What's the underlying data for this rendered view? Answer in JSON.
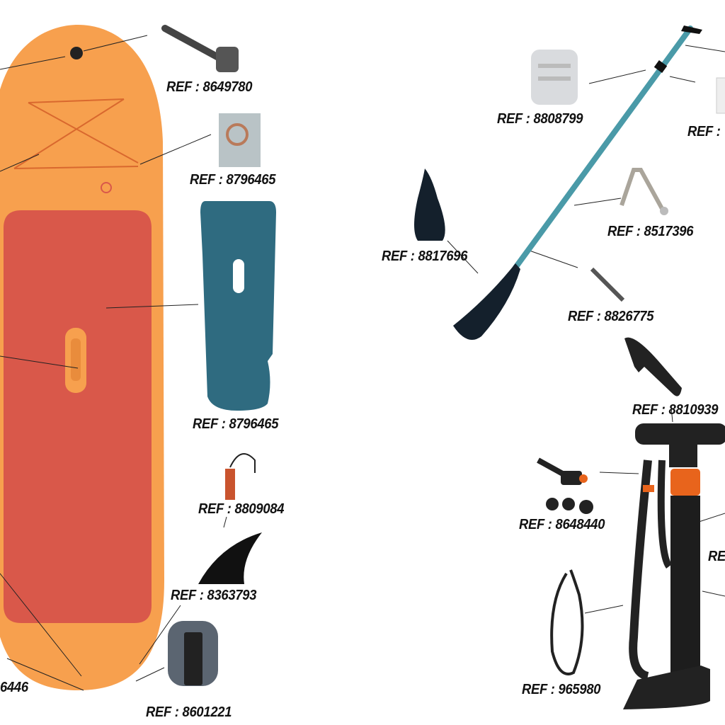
{
  "labels": {
    "board_valve_key": "REF : 8649780",
    "d_ring": "REF : 8796465",
    "deck_pad": "REF : 8796465",
    "leash_strap": "REF : 8809084",
    "fin": "REF : 8363793",
    "fin_box": "REF : 8601221",
    "board_partial": "6446",
    "paddle_clip": "REF : 8808799",
    "paddle_partial": "REF :",
    "spring_clip": "REF : 8517396",
    "blade": "REF : 8817696",
    "pin": "REF : 8826775",
    "pump_handle": "REF : 8810939",
    "pump_adapters": "REF : 8648440",
    "pump_partial": "RE",
    "hose": "REF : 965980"
  },
  "colors": {
    "board": "#f7a04e",
    "deck": "#d9584a",
    "pad": "#2f6b80",
    "paddle_shaft": "#4a9aa8",
    "blade": "#14202c",
    "pump": "#1d1d1d",
    "pump_accent": "#e8641c"
  }
}
